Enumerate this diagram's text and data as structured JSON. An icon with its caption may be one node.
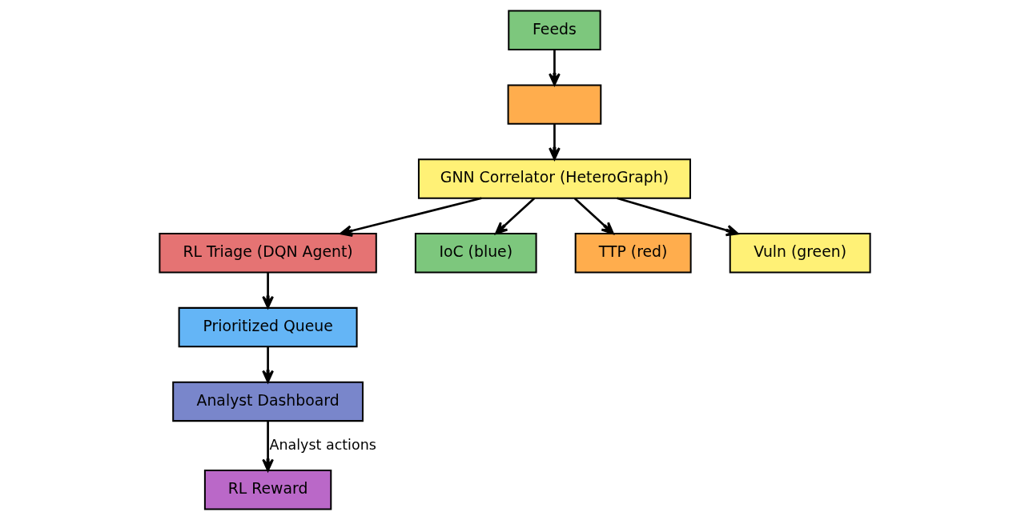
{
  "diagram": {
    "nodes": [
      {
        "text": [
          "Feeds"
        ]
      },
      {
        "text": [],
        "shape": "box"
      },
      {
        "text": [
          "GNN Correlator (HeteroGraph)"
        ]
      },
      {
        "text": [
          "RL Triage (DQN Agent)"
        ]
      },
      {
        "text": [
          "IoC (blue)"
        ]
      },
      {
        "text": [
          "TTP (red)"
        ]
      },
      {
        "text": [
          "Vuln (green)"
        ]
      },
      {
        "text": [
          "Prioritized Queue"
        ]
      },
      {
        "text": [
          "Analyst Dashboard"
        ]
      },
      {
        "text": [
          "RL Reward"
        ]
      }
    ],
    "edges": [
      {
        "from": 0,
        "to": 1,
        "arrow": "to"
      },
      {
        "from": 1,
        "to": 2,
        "arrow": "to"
      },
      {
        "from": 2,
        "to": 3,
        "arrow": "to"
      },
      {
        "from": 2,
        "to": 4,
        "arrow": "to"
      },
      {
        "from": 2,
        "to": 5,
        "arrow": "to"
      },
      {
        "from": 2,
        "to": 6,
        "arrow": "to"
      },
      {
        "from": 3,
        "to": 7,
        "arrow": "to"
      },
      {
        "from": 7,
        "to": 8,
        "arrow": "to"
      },
      {
        "from": 8,
        "to": 9,
        "arrow": "to",
        "label": "Analyst actions"
      }
    ]
  }
}
